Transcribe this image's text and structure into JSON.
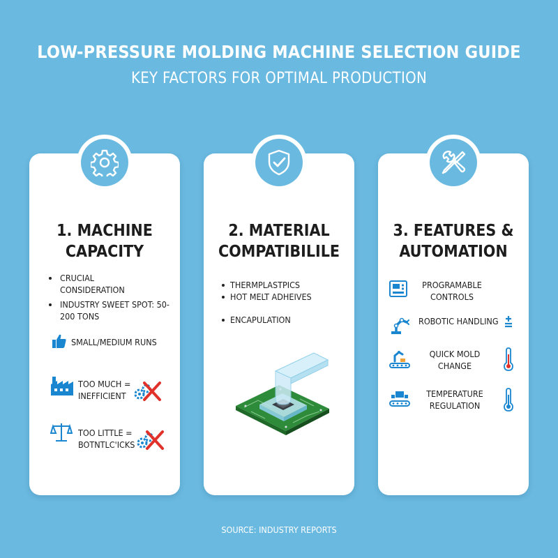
{
  "header": {
    "title": "LOW-PRESSURE MOLDING MACHINE SELECTION GUIDE",
    "subtitle": "KEY FACTORS FOR OPTIMAL PRODUCTION"
  },
  "colors": {
    "background": "#6ab9e0",
    "accent_blue": "#1a86d0",
    "red_x": "#e0312b",
    "pcb_green": "#2e8b3a"
  },
  "cards": [
    {
      "icon": "gear-icon",
      "title_line1": "1. MACHINE",
      "title_line2": "CAPACITY",
      "bullets": [
        {
          "line1": "CRUCIAL",
          "line2": "CONSIDERATION"
        },
        {
          "line1": "INDUSTRY SWEET SPOT: 50-",
          "line2": "200 TONS"
        }
      ],
      "notes": [
        {
          "icon": "thumbs-up-icon",
          "line1": "SMALL/MEDIUM RUNS"
        },
        {
          "icon": "factory-icon",
          "line1": "TOO MUCH =",
          "line2": "INEFFICIENT",
          "status_icon": "gears-x-icon"
        },
        {
          "icon": "scale-icon",
          "line1": "TOO LITTLE =",
          "line2": "BOTNTLC'ICKS",
          "status_icon": "gears-x-icon"
        }
      ]
    },
    {
      "icon": "shield-check-icon",
      "title_line1": "2. MATERIAL",
      "title_line2": "COMPATIBILILE",
      "bullets": [
        "THERMPLASTPICS",
        "HOT MELT ADHEIVES",
        "ENCAPULATION"
      ],
      "illustration": "pcb-encapsulation-illustration"
    },
    {
      "icon": "tools-icon",
      "title_line1": "3. FEATURES &",
      "title_line2": "AUTOMATION",
      "features": [
        {
          "icon": "control-panel-icon",
          "line1": "PROGRAMABLE",
          "line2": "CONTROLS",
          "side_icon": ""
        },
        {
          "icon": "robot-arm-icon",
          "line1": "ROBOTIC HANDLING",
          "side_icon": "plus-minus-icon"
        },
        {
          "icon": "robot-conveyor-icon",
          "line1": "QUICK MOLD",
          "line2": "CHANGE",
          "side_icon": "thermometer-icon"
        },
        {
          "icon": "conveyor-icon",
          "line1": "TEMPERATURE",
          "line2": "REGULATION",
          "side_icon": "thermometer-icon"
        }
      ]
    }
  ],
  "footer": {
    "source": "SOURCE: INDUSTRY REPORTS"
  }
}
